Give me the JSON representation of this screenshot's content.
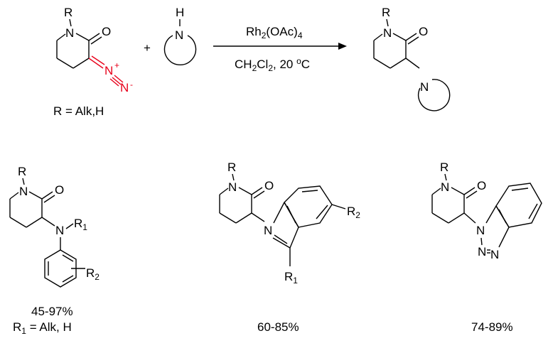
{
  "reaction": {
    "plus": "+",
    "reagent_top": "Rh2(OAc)4",
    "reagent_top_base": "Rh",
    "reagent_top_sub": "2",
    "reagent_top_rest": "(OAc)",
    "reagent_top_sub2": "4",
    "conditions_main": "CH",
    "conditions_sub": "2",
    "conditions_cl": "Cl",
    "conditions_sub2": "2",
    "conditions_rest": ", 20 ",
    "conditions_sup": "o",
    "conditions_unit": "C",
    "r_note": "R = Alk,H"
  },
  "atoms": {
    "R": "R",
    "N": "N",
    "O": "O",
    "H": "H",
    "R1": "R",
    "R1_sub": "1",
    "R2": "R",
    "R2_sub": "2",
    "N_plus": "+",
    "N_minus": "-"
  },
  "products": [
    {
      "yield": "45-97%",
      "note_prefix": "R",
      "note_sub": "1",
      "note_rest": " = Alk, H"
    },
    {
      "yield": "60-85%"
    },
    {
      "yield": "74-89%"
    }
  ],
  "colors": {
    "diazo": "#e8001a"
  }
}
